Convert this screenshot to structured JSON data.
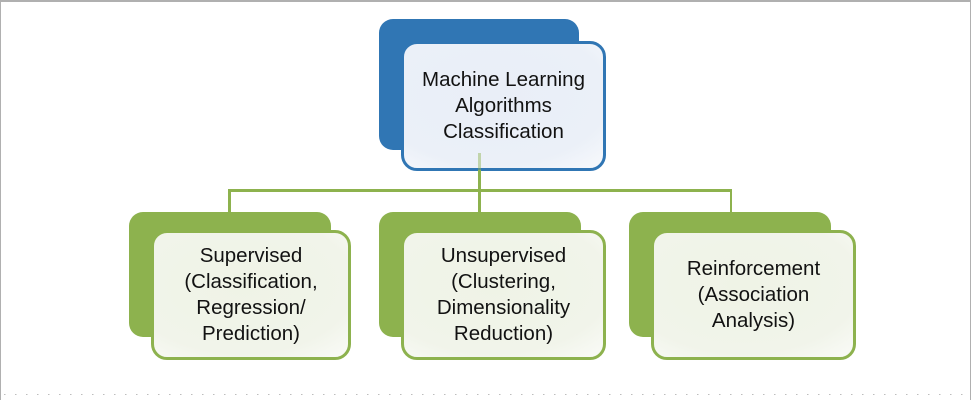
{
  "diagram": {
    "root": {
      "text": "Machine Learning\nAlgorithms\nClassification"
    },
    "children": [
      {
        "text": "Supervised\n(Classification,\nRegression/\nPrediction)"
      },
      {
        "text": "Unsupervised\n(Clustering,\nDimensionality\nReduction)"
      },
      {
        "text": "Reinforcement\n(Association\nAnalysis)"
      }
    ]
  },
  "colors": {
    "accent_blue": "#3076b4",
    "accent_green": "#8db24e",
    "fill_blue": "#e9eef7",
    "fill_green": "#eff3e6",
    "text": "#121212",
    "frame_gray": "#b0b0b0"
  }
}
